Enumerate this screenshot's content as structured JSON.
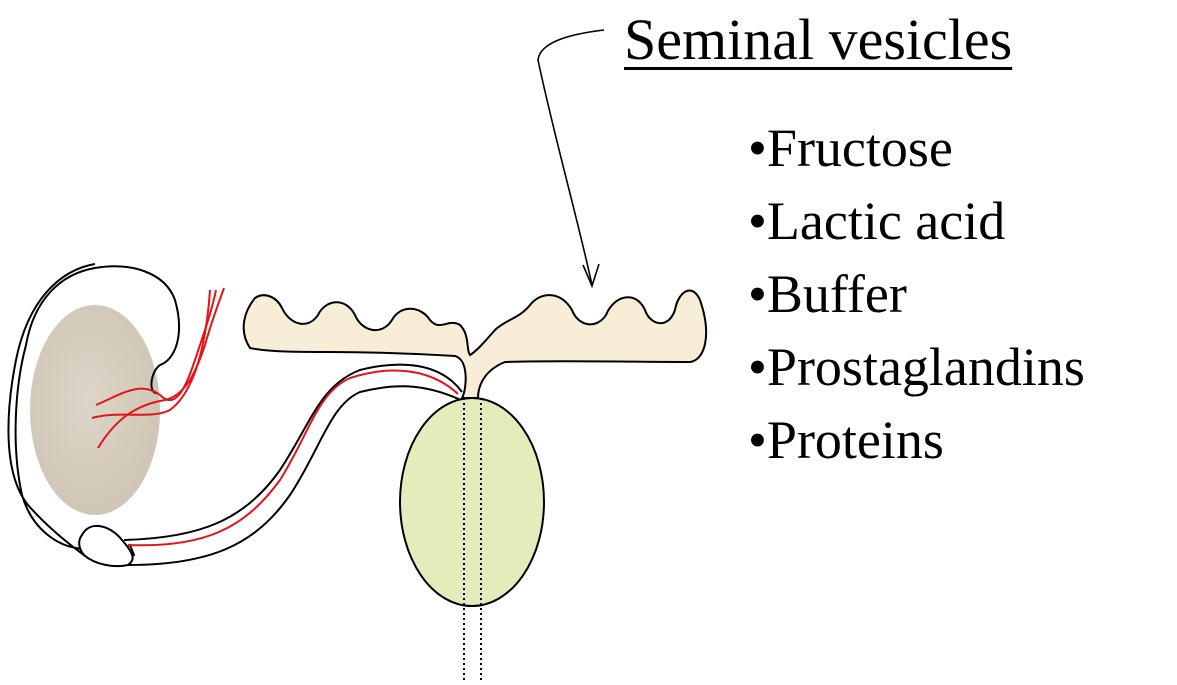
{
  "title": "Seminal vesicles",
  "bullet_char": "•",
  "items": [
    "Fructose",
    "Lactic acid",
    "Buffer",
    "Prostaglandins",
    "Proteins"
  ],
  "colors": {
    "testis_fill": "#d8cfc1",
    "seminal_vesicle_fill": "#f8eed8",
    "prostate_fill": "#e6ebbb",
    "vessel": "#e0141a",
    "outline": "#000000"
  }
}
